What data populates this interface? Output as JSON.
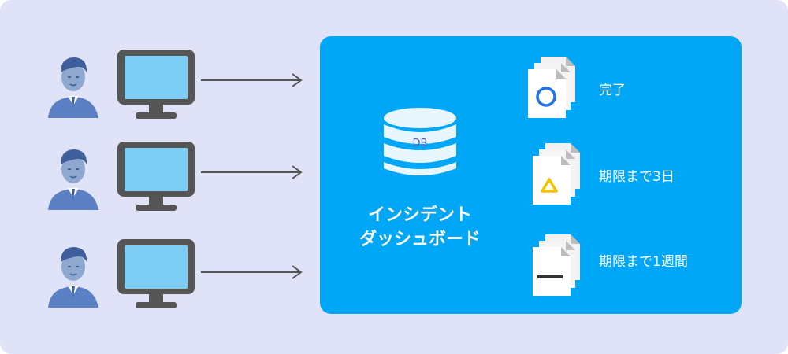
{
  "panel": {
    "title_line1": "インシデント",
    "title_line2": "ダッシュボード",
    "db_label": "DB"
  },
  "users": [
    {
      "icon": "user-icon"
    },
    {
      "icon": "user-icon"
    },
    {
      "icon": "user-icon"
    }
  ],
  "statuses": [
    {
      "label": "完了",
      "symbol": "circle-icon",
      "color": "#1e74e8"
    },
    {
      "label": "期限まで3日",
      "symbol": "triangle-icon",
      "color": "#f2c200"
    },
    {
      "label": "期限まで1週間",
      "symbol": "dash-icon",
      "color": "#333333"
    }
  ],
  "colors": {
    "background": "#e0e3f7",
    "panel": "#00a7f7",
    "person": "#5b80c4",
    "monitor_screen": "#7ecdf4"
  }
}
